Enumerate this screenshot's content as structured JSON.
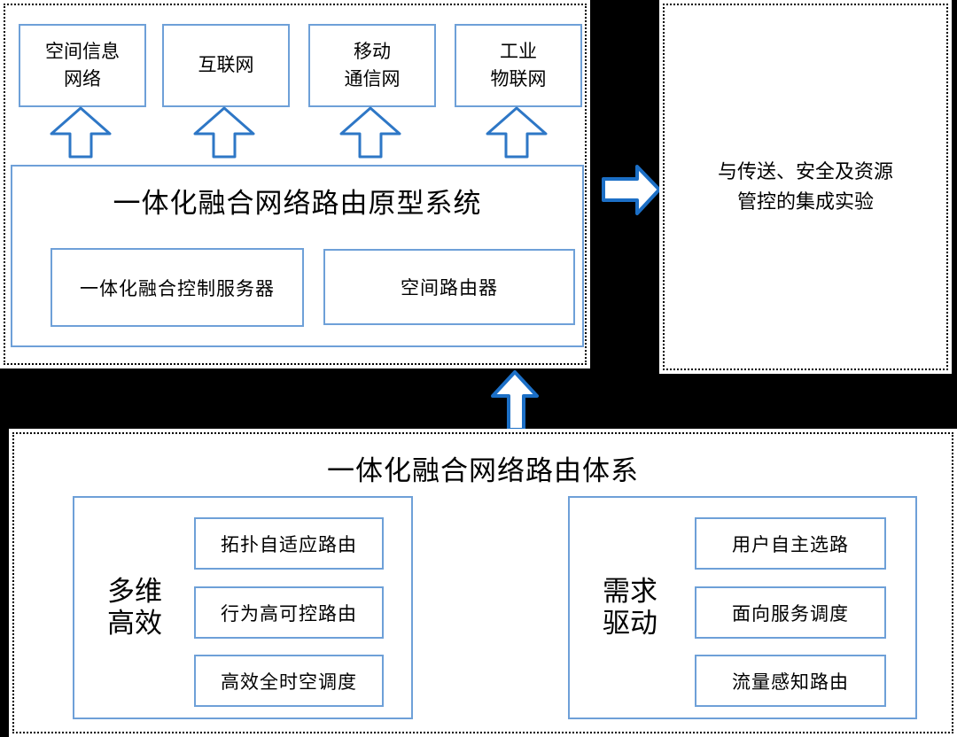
{
  "colors": {
    "background": "#000000",
    "panel_background": "#ffffff",
    "box_border_blue": "#6ea0d8",
    "arrow_stroke_blue": "#2172c4",
    "arrow_fill": "#ffffff",
    "dotted_border": "#000000",
    "text": "#000000"
  },
  "top_panel": {
    "networks": [
      {
        "label": "空间信息\n网络"
      },
      {
        "label": "互联网"
      },
      {
        "label": "移动\n通信网"
      },
      {
        "label": "工业\n物联网"
      }
    ],
    "prototype": {
      "title": "一体化融合网络路由原型系统",
      "components": [
        {
          "label": "一体化融合控制服务器"
        },
        {
          "label": "空间路由器"
        }
      ]
    }
  },
  "right_panel": {
    "text": "与传送、安全及资源\n管控的集成实验"
  },
  "bottom_panel": {
    "title": "一体化融合网络路由体系",
    "groups": [
      {
        "label": "多维\n高效",
        "items": [
          {
            "label": "拓扑自适应路由"
          },
          {
            "label": "行为高可控路由"
          },
          {
            "label": "高效全时空调度"
          }
        ]
      },
      {
        "label": "需求\n驱动",
        "items": [
          {
            "label": "用户自主选路"
          },
          {
            "label": "面向服务调度"
          },
          {
            "label": "流量感知路由"
          }
        ]
      }
    ]
  },
  "icons": {
    "up_arrow": "up-arrow-icon",
    "right_arrow": "right-arrow-icon"
  }
}
